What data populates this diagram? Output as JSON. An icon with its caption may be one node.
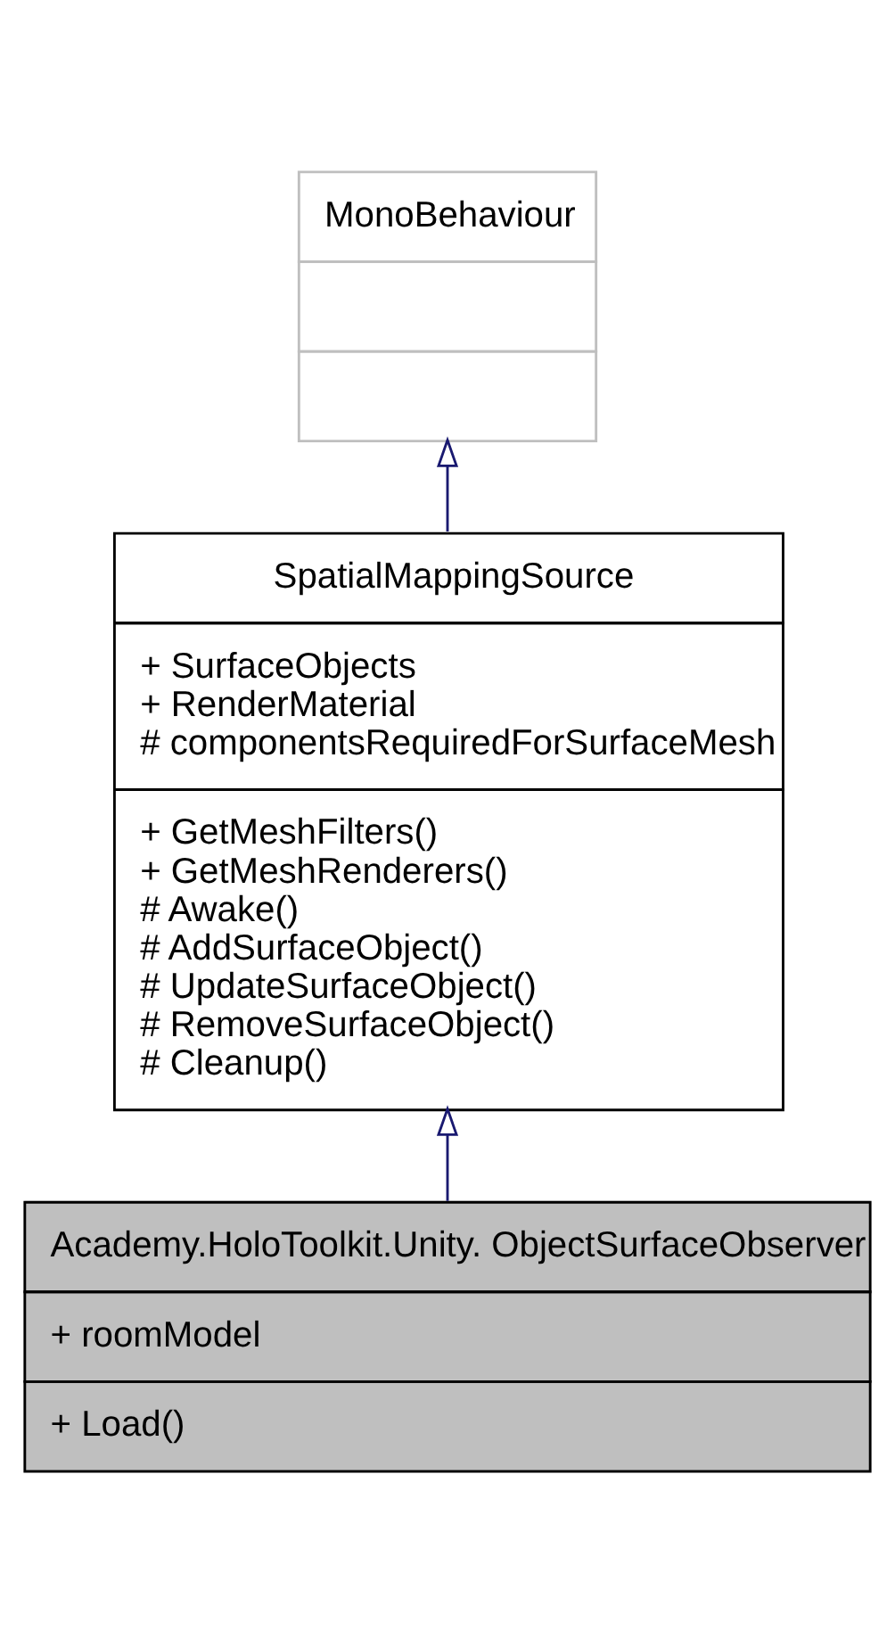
{
  "diagram": {
    "nodes": [
      {
        "text": [
          "MonoBehaviour"
        ]
      },
      {
        "text": [
          "SpatialMappingSource",
          "+ SurfaceObjects",
          "+ RenderMaterial",
          "# componentsRequiredForSurfaceMesh",
          "+ GetMeshFilters()",
          "+ GetMeshRenderers()",
          "# Awake()",
          "# AddSurfaceObject()",
          "# UpdateSurfaceObject()",
          "# RemoveSurfaceObject()",
          "# Cleanup()"
        ]
      },
      {
        "text": [
          "Academy.HoloToolkit.Unity. ObjectSurfaceObserver",
          "+ roomModel",
          "+ Load()"
        ]
      }
    ],
    "edges": [
      {
        "from": 1,
        "to": 0,
        "arrow": "to"
      },
      {
        "from": 2,
        "to": 1,
        "arrow": "to"
      }
    ]
  }
}
